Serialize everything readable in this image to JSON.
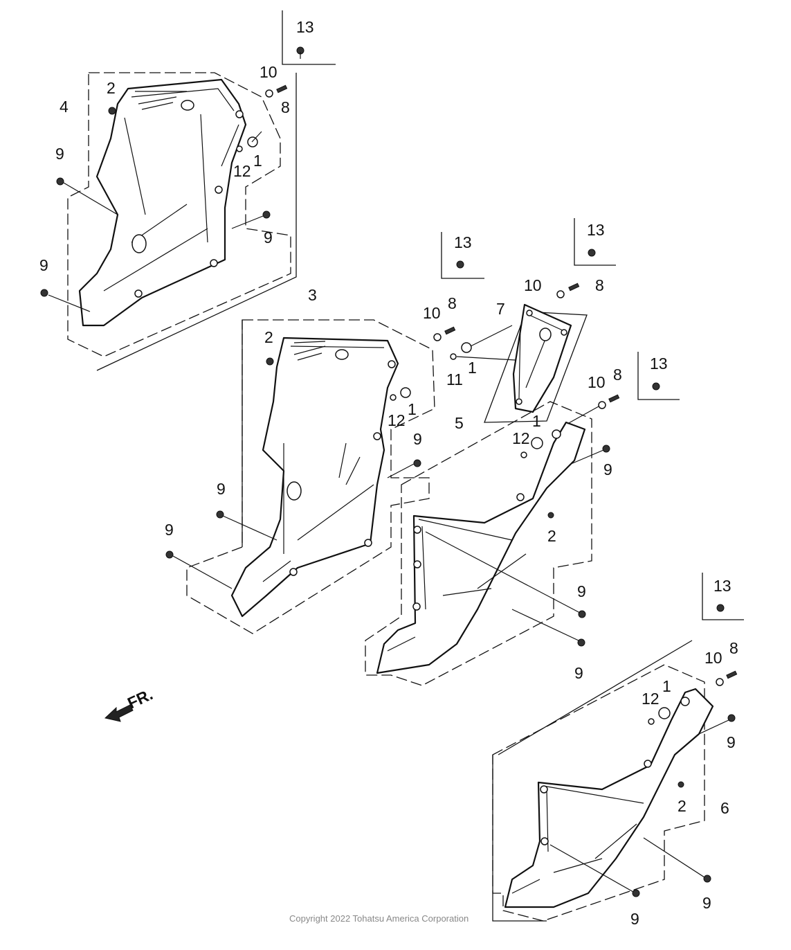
{
  "labels": {
    "p13a": "13",
    "p10a": "10",
    "p8a": "8",
    "p2a": "2",
    "p4": "4",
    "p9a": "9",
    "p12a": "12",
    "p1a": "1",
    "p9b": "9",
    "p9c": "9",
    "p13b": "13",
    "p13c": "13",
    "p10b": "10",
    "p8b": "8",
    "p3": "3",
    "p7": "7",
    "p10c": "10",
    "p8c": "8",
    "p2b": "2",
    "p1b": "1",
    "p11": "11",
    "p12b": "12",
    "p1c": "1",
    "p13d": "13",
    "p10d": "10",
    "p8d": "8",
    "p5": "5",
    "p12c": "12",
    "p1d": "1",
    "p9d": "9",
    "p9e": "9",
    "p2c": "2",
    "p9f": "9",
    "p9g": "9",
    "p9h": "9",
    "p9i": "9",
    "p13e": "13",
    "p10e": "10",
    "p8e": "8",
    "p12d": "12",
    "p1e": "1",
    "p9j": "9",
    "p2d": "2",
    "p6": "6",
    "p9k": "9",
    "p9l": "9"
  },
  "front_marker": "FR.",
  "copyright": "Copyright 2022 Tohatsu America Corporation"
}
